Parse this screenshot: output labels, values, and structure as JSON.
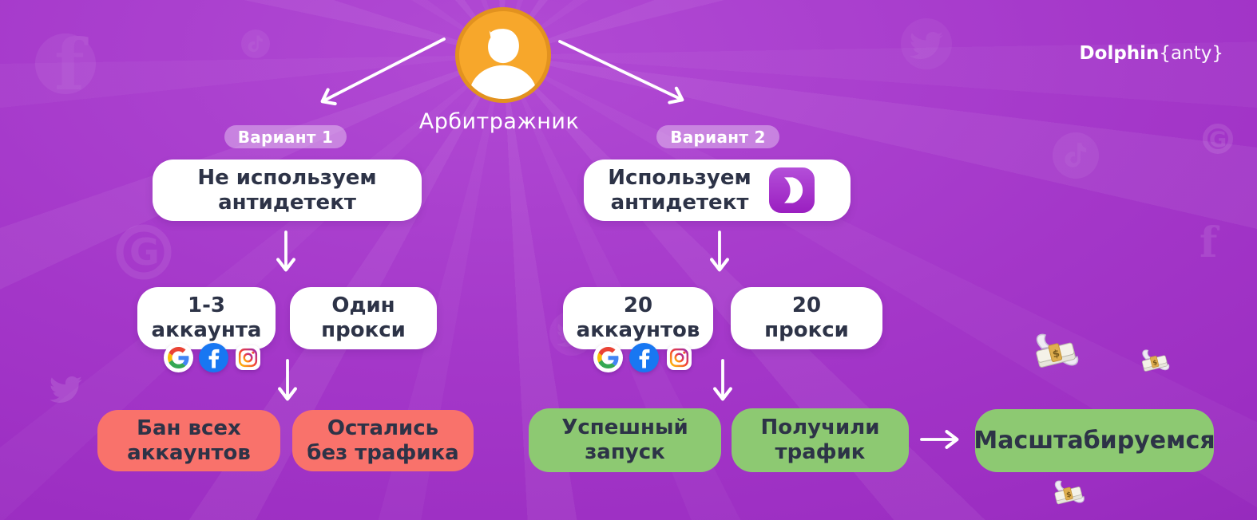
{
  "brand": {
    "name_bold": "Dolphin",
    "name_light": "{anty}"
  },
  "persona": {
    "label": "Арбитражник"
  },
  "variant1": {
    "badge": "Вариант 1",
    "step": {
      "line1": "Не используем",
      "line2": "антидетект"
    },
    "accounts": {
      "line1": "1-3",
      "line2": "аккаунта"
    },
    "proxy": {
      "line1": "Один",
      "line2": "прокси"
    },
    "outcome1": {
      "line1": "Бан всех",
      "line2": "аккаунтов"
    },
    "outcome2": {
      "line1": "Остались",
      "line2": "без трафика"
    }
  },
  "variant2": {
    "badge": "Вариант 2",
    "step": {
      "line1": "Используем",
      "line2": "антидетект"
    },
    "accounts": {
      "line1": "20",
      "line2": "аккаунтов"
    },
    "proxy": {
      "line1": "20",
      "line2": "прокси"
    },
    "outcome1": {
      "line1": "Успешный",
      "line2": "запуск"
    },
    "outcome2": {
      "line1": "Получили",
      "line2": "трафик"
    },
    "final": "Масштабируемся"
  },
  "icons": {
    "persona": "person-avatar-icon",
    "antidetect_app": "dolphin-anty-app-icon",
    "platforms": [
      "google-icon",
      "facebook-icon",
      "instagram-icon"
    ],
    "watermarks": [
      "facebook-watermark-icon",
      "tiktok-watermark-icon",
      "twitter-watermark-icon",
      "google-watermark-icon"
    ],
    "decor": "flying-money-icon"
  },
  "colors": {
    "background": "#A336C8",
    "accent_red": "#F9726B",
    "accent_green": "#8DC972",
    "text_dark": "#2D3347",
    "badge_bg": "rgba(255,255,255,0.35)",
    "avatar_orange": "#F7A72B",
    "brand_purple": "#9A1EC0"
  }
}
